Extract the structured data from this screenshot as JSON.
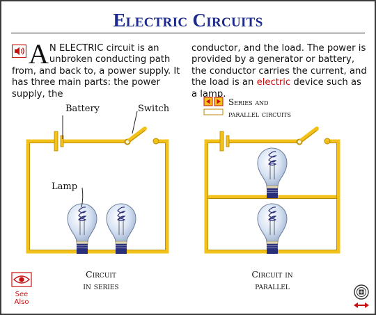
{
  "page": {
    "title": "Electric Circuits"
  },
  "intro": {
    "dropcap": "A",
    "col1_text": "N ELECTRIC circuit is an unbroken conducting path from, and back to, a power supply. It has three main parts: the power supply, the",
    "col2_text_before": "conductor, and the load. The power is provided by a generator or battery, the conductor carries the current, and the load is an ",
    "col2_link": "electric",
    "col2_text_after": " device such as a lamp."
  },
  "series_circuit": {
    "battery_label": "Battery",
    "switch_label": "Switch",
    "lamp_label": "Lamp",
    "caption_line1": "Circuit",
    "caption_line2": "in series"
  },
  "parallel_circuit": {
    "caption_line1": "Circuit in",
    "caption_line2": "parallel"
  },
  "legend": {
    "line1": "Series and",
    "line2": "parallel circuits"
  },
  "see_also": {
    "line1": "See",
    "line2": "Also"
  },
  "colors": {
    "title": "#1b2a8c",
    "wire": "#f3c21a",
    "wire_edge": "#b88900",
    "link": "#c81010",
    "filament_coil": "#2a2f7a"
  },
  "icons": {
    "speaker": "speaker-icon",
    "see_also": "eye-icon",
    "navigation": "navigation-icon",
    "legend": "arrow-buttons-icon"
  }
}
